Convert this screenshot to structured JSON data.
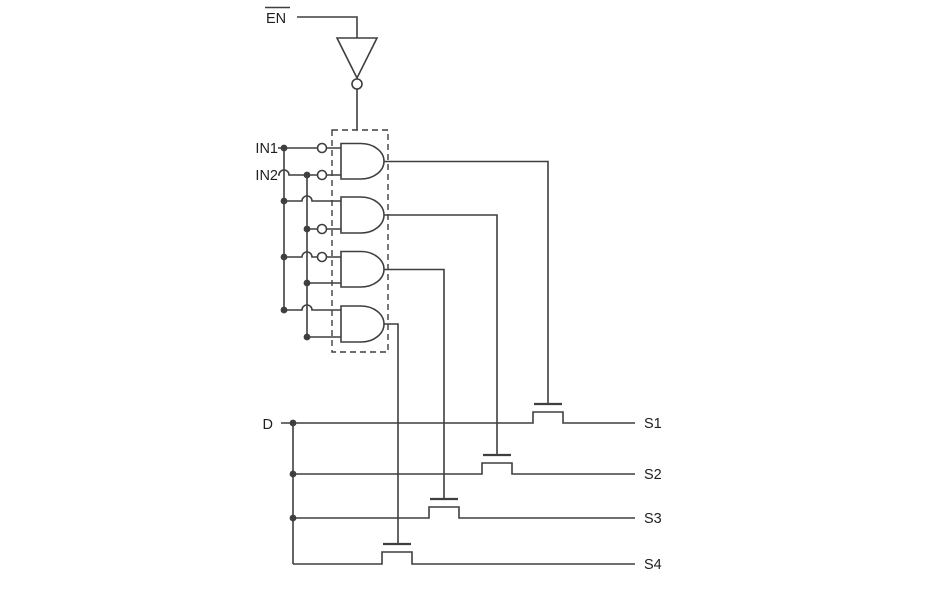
{
  "diagram": {
    "type": "circuit-schematic",
    "labels": {
      "enable": "EN",
      "in1": "IN1",
      "in2": "IN2",
      "data": "D",
      "outputs": [
        "S1",
        "S2",
        "S3",
        "S4"
      ]
    },
    "colors": {
      "line": "#3f3f3f",
      "text": "#1f1f1f",
      "background": "#ffffff"
    },
    "components": {
      "inverter": {
        "name": "enable-inverter",
        "input": "EN",
        "output_bubble": true
      },
      "and_gates": [
        {
          "name": "and-gate-1",
          "input1": "IN1 inverted",
          "input2": "IN2 inverted",
          "controls": "S1"
        },
        {
          "name": "and-gate-2",
          "input1": "IN1",
          "input2": "IN2 inverted",
          "controls": "S2"
        },
        {
          "name": "and-gate-3",
          "input1": "IN1 inverted",
          "input2": "IN2",
          "controls": "S3"
        },
        {
          "name": "and-gate-4",
          "input1": "IN1",
          "input2": "IN2",
          "controls": "S4"
        }
      ],
      "switches": [
        {
          "name": "pass-transistor-s1",
          "from": "D",
          "to": "S1"
        },
        {
          "name": "pass-transistor-s2",
          "from": "D",
          "to": "S2"
        },
        {
          "name": "pass-transistor-s3",
          "from": "D",
          "to": "S3"
        },
        {
          "name": "pass-transistor-s4",
          "from": "D",
          "to": "S4"
        }
      ]
    }
  }
}
